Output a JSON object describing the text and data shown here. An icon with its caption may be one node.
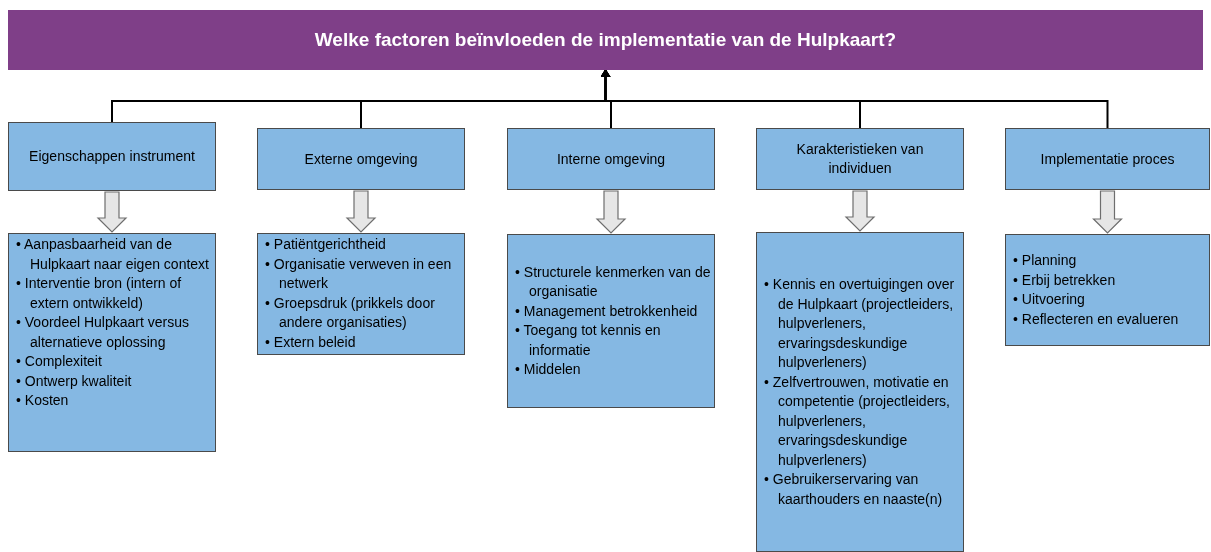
{
  "diagram": {
    "nodes": [
      {
        "text": [
          "Welke factoren beïnvloeden de implementatie van de Hulpkaart?"
        ]
      },
      {
        "text": [
          "Eigenschappen instrument"
        ]
      },
      {
        "text": [
          "Externe omgeving"
        ]
      },
      {
        "text": [
          "Interne omgeving"
        ]
      },
      {
        "text": [
          "Karakteristieken van individuen"
        ]
      },
      {
        "text": [
          "Implementatie proces"
        ]
      },
      {
        "text": [
          "• Aanpasbaarheid van de Hulpkaart naar eigen context",
          "• Interventie bron (intern of extern ontwikkeld)",
          "• Voordeel Hulpkaart versus alternatieve oplossing",
          "• Complexiteit",
          "• Ontwerp kwaliteit",
          "• Kosten"
        ]
      },
      {
        "text": [
          "• Patiëntgerichtheid",
          "• Organisatie verweven in een netwerk",
          "• Groepsdruk (prikkels door andere organisaties)",
          "• Extern beleid"
        ]
      },
      {
        "text": [
          "• Structurele kenmerken van de organisatie",
          "• Management betrokkenheid",
          "• Toegang tot kennis en informatie",
          "• Middelen"
        ]
      },
      {
        "text": [
          "• Kennis en overtuigingen over de Hulpkaart (projectleiders, hulpverleners, ervaringsdeskundige hulpverleners)",
          "• Zelfvertrouwen, motivatie en competentie (projectleiders, hulpverleners, ervaringsdeskundige hulpverleners)",
          "• Gebruikerservaring van kaarthouders en naaste(n)"
        ]
      },
      {
        "text": [
          "• Planning",
          "• Erbij betrekken",
          "• Uitvoering",
          "• Reflecteren en evalueren"
        ]
      }
    ],
    "edges": [
      {
        "from": 1,
        "to": 0,
        "arrow": "to"
      },
      {
        "from": 2,
        "to": 0,
        "arrow": "to"
      },
      {
        "from": 3,
        "to": 0,
        "arrow": "to"
      },
      {
        "from": 4,
        "to": 0,
        "arrow": "to"
      },
      {
        "from": 5,
        "to": 0,
        "arrow": "to"
      },
      {
        "from": 1,
        "to": 6,
        "arrow": "to",
        "style": "thick"
      },
      {
        "from": 2,
        "to": 7,
        "arrow": "to",
        "style": "thick"
      },
      {
        "from": 3,
        "to": 8,
        "arrow": "to",
        "style": "thick"
      },
      {
        "from": 4,
        "to": 9,
        "arrow": "to",
        "style": "thick"
      },
      {
        "from": 5,
        "to": 10,
        "arrow": "to",
        "style": "thick"
      }
    ]
  }
}
